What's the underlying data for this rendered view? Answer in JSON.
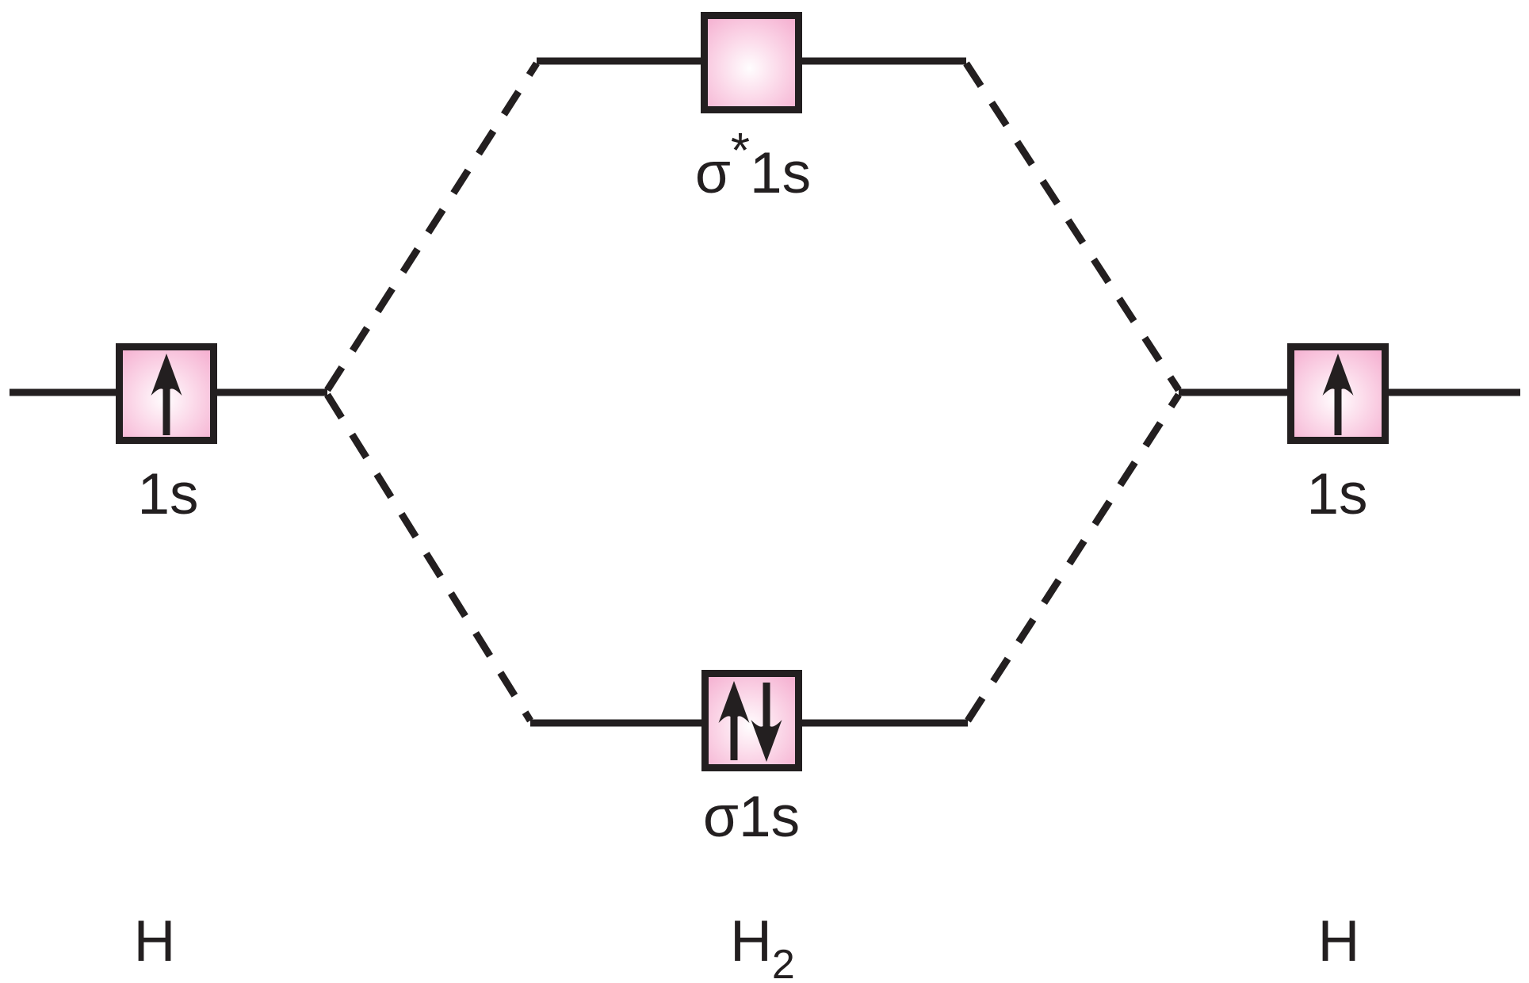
{
  "diagram_type": "molecular-orbital-energy-diagram",
  "labels": {
    "left_atomic_orbital": "1s",
    "right_atomic_orbital": "1s",
    "antibonding_orbital": {
      "sigma": "σ",
      "star": "*",
      "suffix": "1s"
    },
    "bonding_orbital": "σ1s",
    "left_atom": "H",
    "molecule": {
      "base": "H",
      "subscript": "2"
    },
    "right_atom": "H"
  },
  "occupancy": {
    "left_atomic_orbital": "1 electron spin-up",
    "right_atomic_orbital": "1 electron spin-up",
    "bonding_orbital": "2 electrons paired (up and down)",
    "antibonding_orbital": "empty"
  },
  "colors": {
    "stroke": "#231f20",
    "orbital_fill_center": "#fffdfe",
    "orbital_fill_mid": "#fbd7e8",
    "orbital_fill_edge": "#f4aacd",
    "background": "#ffffff"
  }
}
